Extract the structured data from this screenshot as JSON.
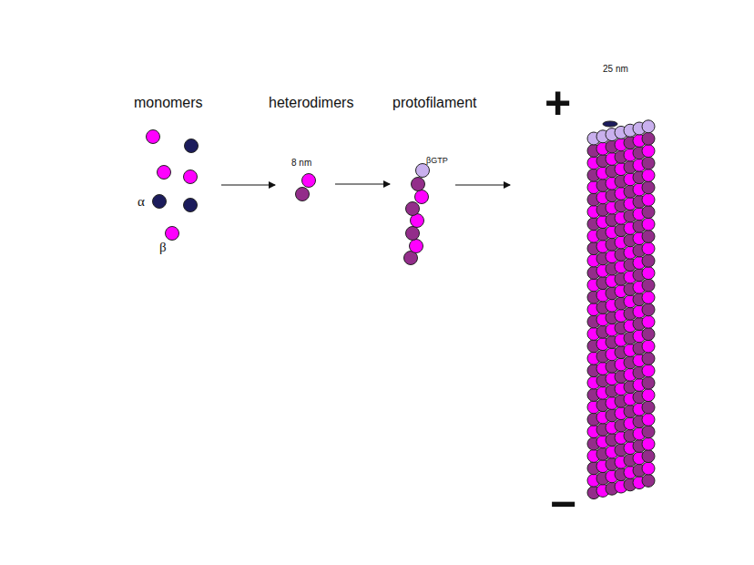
{
  "diagram": {
    "labels": [
      "monomers",
      "heterodimers",
      "protofilament",
      "α",
      "β",
      "8 nm",
      "βGTP",
      "25 nm",
      "+",
      "−"
    ]
  }
}
